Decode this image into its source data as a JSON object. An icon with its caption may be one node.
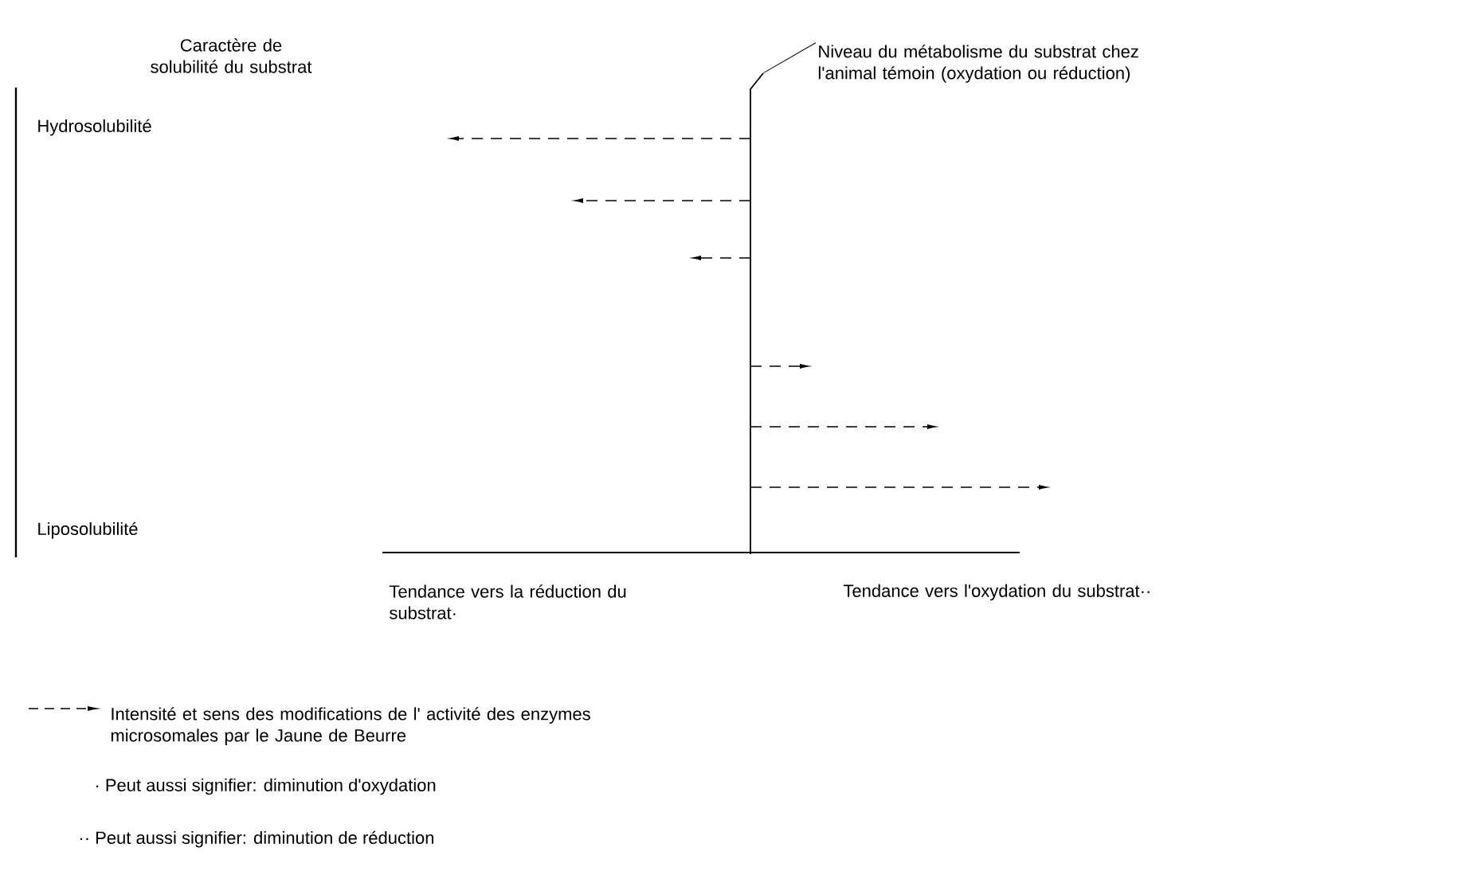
{
  "diagram": {
    "nodes": [
      {
        "text": [
          "Niveau du métabolisme du substrat chez l'animal témoin (oxydation ou réduction)"
        ]
      },
      {
        "text": [],
        "shape": "line"
      }
    ],
    "edges": [
      {
        "from": 0,
        "to": 1,
        "arrow": "none"
      }
    ],
    "labels": [
      "Caractère de solubilité du substrat",
      "Hydrosolubilité",
      "Liposolubilité",
      "Tendance vers la réduction du substrat·",
      "Tendance vers l'oxydation du substrat··",
      "· Peut aussi signifier: diminution d'oxydation",
      "·· Peut aussi signifier: diminution de réduction"
    ],
    "legend": [
      {
        "text": "Intensité et sens des modifications de l' activité des enzymes microsomales par le Jaune de Beurre"
      }
    ]
  }
}
